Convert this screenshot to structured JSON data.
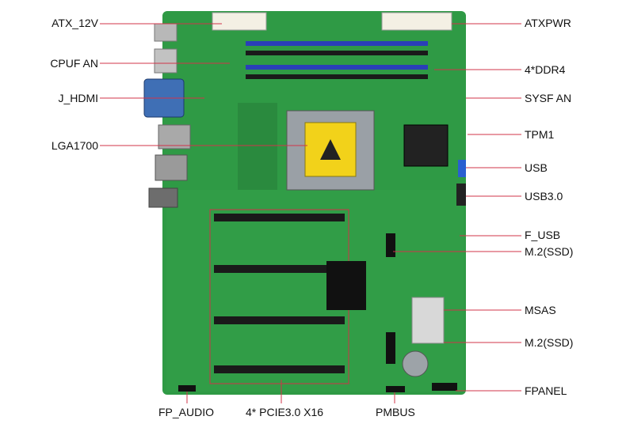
{
  "labels": {
    "atx_12v": "ATX_12V",
    "cpuf_an": "CPUF AN",
    "j_hdmi": "J_HDMI",
    "lga1700": "LGA1700",
    "atxpwr": "ATXPWR",
    "ddr4": "4*DDR4",
    "sysf_an": "SYSF AN",
    "tpm1": "TPM1",
    "usb": "USB",
    "usb30": "USB3.0",
    "f_usb": "F_USB",
    "m2_ssd_1": "M.2(SSD)",
    "msas": "MSAS",
    "m2_ssd_2": "M.2(SSD)",
    "fpanel": "FPANEL",
    "fp_audio": "FP_AUDIO",
    "pcie": "4* PCIE3.0 X16",
    "pmbus": "PMBUS"
  },
  "colors": {
    "pcb": "#2f9a45",
    "pcb_dark": "#1f7a34",
    "leader": "#d0344a",
    "dimm": "#2a3fb8",
    "slot": "#1a1a1a",
    "chip_label": "#f2d21a"
  }
}
